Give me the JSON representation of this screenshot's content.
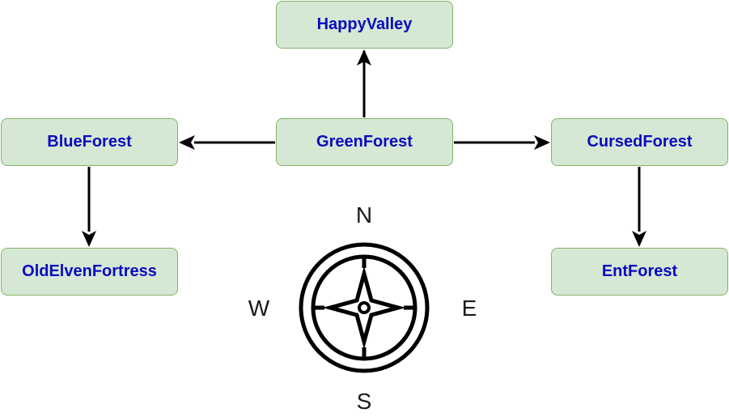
{
  "nodes": {
    "happy_valley": "HappyValley",
    "blue_forest": "BlueForest",
    "green_forest": "GreenForest",
    "cursed_forest": "CursedForest",
    "old_elven_fortress": "OldElvenFortress",
    "ent_forest": "EntForest"
  },
  "edges": [
    {
      "from": "GreenForest",
      "to": "HappyValley"
    },
    {
      "from": "GreenForest",
      "to": "BlueForest"
    },
    {
      "from": "GreenForest",
      "to": "CursedForest"
    },
    {
      "from": "BlueForest",
      "to": "OldElvenFortress"
    },
    {
      "from": "CursedForest",
      "to": "EntForest"
    }
  ],
  "compass": {
    "north": "N",
    "south": "S",
    "east": "E",
    "west": "W",
    "icon": "compass-icon"
  },
  "colors": {
    "node_fill": "#d5e8d4",
    "node_border": "#82b366",
    "node_text": "#0b0bbf",
    "arrow": "#000000"
  }
}
